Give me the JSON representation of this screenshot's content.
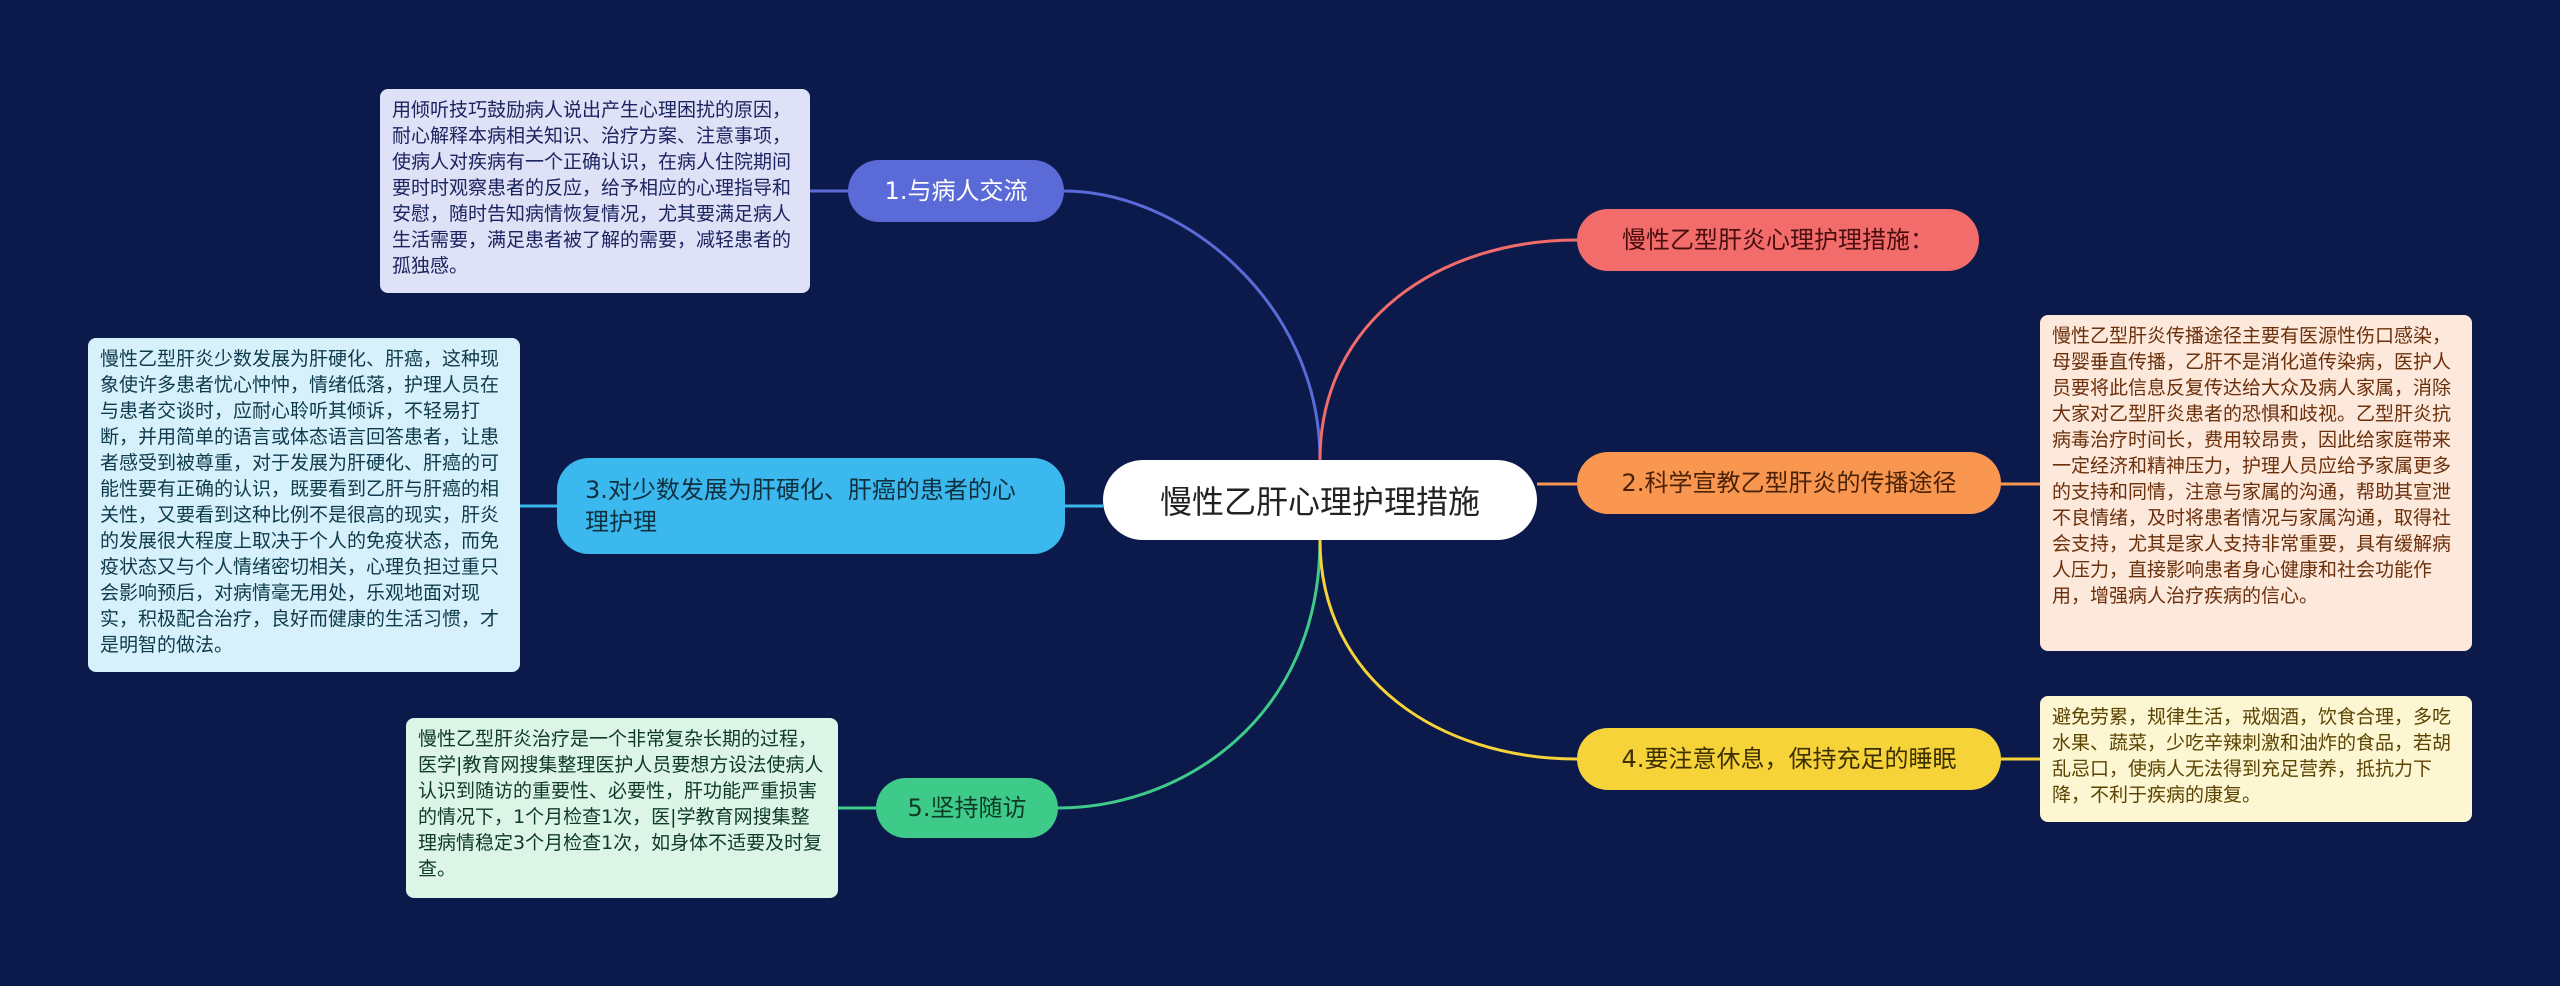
{
  "root": {
    "label": "慢性乙肝心理护理措施"
  },
  "colors": {
    "background": "#0c1a4b",
    "branch1": "#5a6bd8",
    "branch3": "#3bb9ee",
    "branch5": "#3ecb8a",
    "branch_r0": "#f26c6c",
    "branch_r2": "#f99650",
    "branch_r4": "#f7d33a"
  },
  "branches": {
    "b1": {
      "label": "1.与病人交流",
      "detail": "用倾听技巧鼓励病人说出产生心理困扰的原因，耐心解释本病相关知识、治疗方案、注意事项，使病人对疾病有一个正确认识，在病人住院期间要时时观察患者的反应，给予相应的心理指导和安慰，随时告知病情恢复情况，尤其要满足病人生活需要，满足患者被了解的需要，减轻患者的孤独感。"
    },
    "b3": {
      "label": "3.对少数发展为肝硬化、肝癌的患者的心理护理",
      "detail": "慢性乙型肝炎少数发展为肝硬化、肝癌，这种现象使许多患者忧心忡忡，情绪低落，护理人员在与患者交谈时，应耐心聆听其倾诉，不轻易打断，并用简单的语言或体态语言回答患者，让患者感受到被尊重，对于发展为肝硬化、肝癌的可能性要有正确的认识，既要看到乙肝与肝癌的相关性，又要看到这种比例不是很高的现实，肝炎的发展很大程度上取决于个人的免疫状态，而免疫状态又与个人情绪密切相关，心理负担过重只会影响预后，对病情毫无用处，乐观地面对现实，积极配合治疗，良好而健康的生活习惯，才是明智的做法。"
    },
    "b5": {
      "label": "5.坚持随访",
      "detail": "慢性乙型肝炎治疗是一个非常复杂长期的过程，医学|教育网搜集整理医护人员要想方设法使病人认识到随访的重要性、必要性，肝功能严重损害的情况下，1个月检查1次，医|学教育网搜集整理病情稳定3个月检查1次，如身体不适要及时复查。"
    },
    "r0": {
      "label": "慢性乙型肝炎心理护理措施："
    },
    "r2": {
      "label": "2.科学宣教乙型肝炎的传播途径",
      "detail": "慢性乙型肝炎传播途径主要有医源性伤口感染，母婴垂直传播，乙肝不是消化道传染病，医护人员要将此信息反复传达给大众及病人家属，消除大家对乙型肝炎患者的恐惧和歧视。乙型肝炎抗病毒治疗时间长，费用较昂贵，因此给家庭带来一定经济和精神压力，护理人员应给予家属更多的支持和同情，注意与家属的沟通，帮助其宣泄不良情绪，及时将患者情况与家属沟通，取得社会支持，尤其是家人支持非常重要，具有缓解病人压力，直接影响患者身心健康和社会功能作用，增强病人治疗疾病的信心。"
    },
    "r4": {
      "label": "4.要注意休息，保持充足的睡眠",
      "detail": "避免劳累，规律生活，戒烟酒，饮食合理，多吃水果、蔬菜，少吃辛辣刺激和油炸的食品，若胡乱忌口，使病人无法得到充足营养，抵抗力下降，不利于疾病的康复。"
    }
  }
}
